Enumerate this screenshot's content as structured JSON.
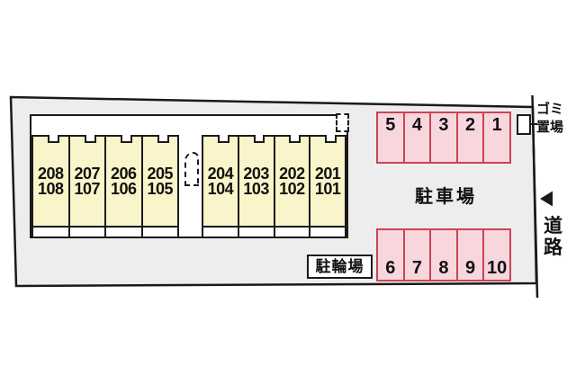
{
  "site": {
    "parking_area_label": "駐車場",
    "bicycle_parking_label": "駐輪場",
    "garbage_label_line1": "ゴミ",
    "garbage_label_line2": "置場",
    "road_label": "道路",
    "road_arrow_icon": "left-triangle-icon"
  },
  "building": {
    "left_units": [
      {
        "upper": "208",
        "lower": "108"
      },
      {
        "upper": "207",
        "lower": "107"
      },
      {
        "upper": "206",
        "lower": "106"
      },
      {
        "upper": "205",
        "lower": "105"
      }
    ],
    "right_units": [
      {
        "upper": "204",
        "lower": "104"
      },
      {
        "upper": "203",
        "lower": "103"
      },
      {
        "upper": "202",
        "lower": "102"
      },
      {
        "upper": "201",
        "lower": "101"
      }
    ]
  },
  "parking": {
    "top_row_numbers": [
      "5",
      "4",
      "3",
      "2",
      "1"
    ],
    "bottom_row_numbers": [
      "6",
      "7",
      "8",
      "9",
      "10"
    ]
  },
  "colors": {
    "site_fill": "#EDEDED",
    "outline": "#1a1a1a",
    "unit_fill": "#F9F4C9",
    "parking_fill": "#F8D6DE",
    "parking_border": "#CC4455"
  }
}
